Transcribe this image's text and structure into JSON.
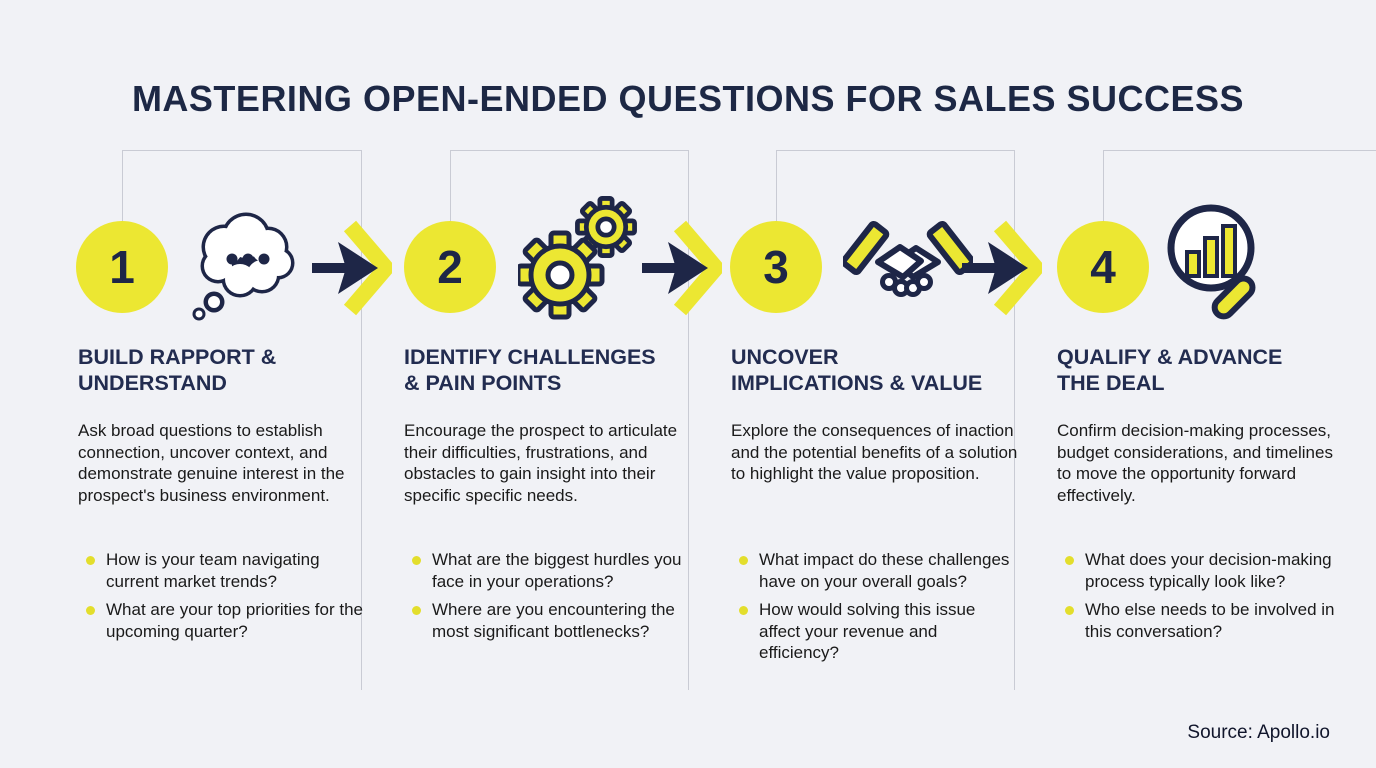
{
  "title": "MASTERING OPEN-ENDED QUESTIONS FOR SALES SUCCESS",
  "source": "Source: Apollo.io",
  "arrow_icon": "arrow-right-icon",
  "colors": {
    "background": "#f1f2f6",
    "navy": "#1e2647",
    "yellow": "#ece732",
    "bullet_yellow": "#e3de2c",
    "box_border": "#c9cbd4",
    "body_text": "#1a1a1a",
    "heading_navy": "#222c50"
  },
  "steps": [
    {
      "number": "1",
      "icon": "thought-bubble-icon",
      "heading_line1": "BUILD RAPPORT &",
      "heading_line2": "UNDERSTAND",
      "description": "Ask broad questions to establish connection, uncover context, and demonstrate genuine interest in the prospect's business environment.",
      "bullets": [
        "How is your team navigating current market trends?",
        "What are your top priorities for the upcoming quarter?"
      ]
    },
    {
      "number": "2",
      "icon": "gears-icon",
      "heading_line1": "IDENTIFY CHALLENGES",
      "heading_line2": "& PAIN POINTS",
      "description": "Encourage the prospect to articulate their difficulties, frustrations, and obstacles to gain insight into their specific specific needs.",
      "bullets": [
        "What are the biggest hurdles you face in your operations?",
        "Where are you encountering the most significant bottlenecks?"
      ]
    },
    {
      "number": "3",
      "icon": "handshake-icon",
      "heading_line1": "UNCOVER",
      "heading_line2": "IMPLICATIONS & VALUE",
      "description": "Explore the consequences of inaction and the potential benefits of a solution to highlight the value proposition.",
      "bullets": [
        "What impact do these challenges have on your overall goals?",
        "How would solving this issue affect your revenue and efficiency?"
      ]
    },
    {
      "number": "4",
      "icon": "magnifier-chart-icon",
      "heading_line1": "QUALIFY & ADVANCE",
      "heading_line2": "THE DEAL",
      "description": "Confirm decision-making processes, budget considerations, and timelines to move the opportunity forward effectively.",
      "bullets": [
        "What does your decision-making process typically look like?",
        "Who else needs to be involved in this conversation?"
      ]
    }
  ]
}
